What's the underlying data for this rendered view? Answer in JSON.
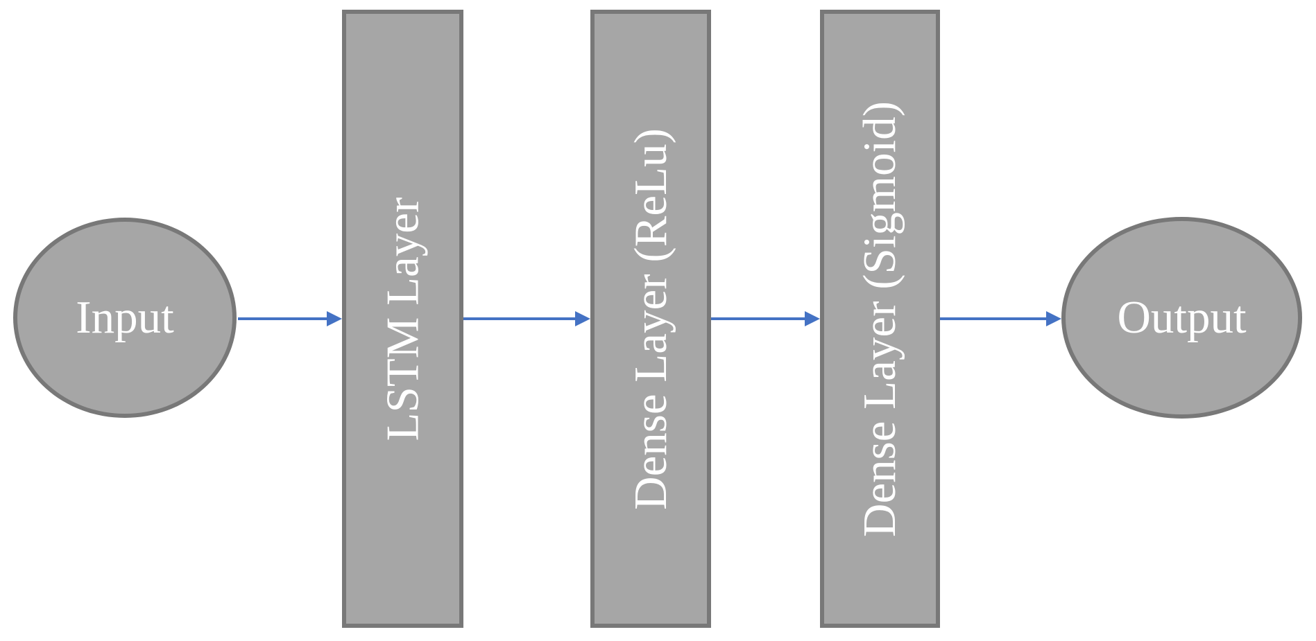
{
  "diagram": {
    "type": "flow-diagram",
    "description_of_flow": "left-to-right neural network architecture",
    "nodes": [
      {
        "id": "input",
        "shape": "ellipse",
        "label": "Input"
      },
      {
        "id": "lstm",
        "shape": "vertical-bar",
        "label": "LSTM Layer"
      },
      {
        "id": "dense_relu",
        "shape": "vertical-bar",
        "label": "Dense Layer (ReLu)"
      },
      {
        "id": "dense_sigmoid",
        "shape": "vertical-bar",
        "label": "Dense Layer (Sigmoid)"
      },
      {
        "id": "output",
        "shape": "ellipse",
        "label": "Output"
      }
    ],
    "edges": [
      {
        "from": "input",
        "to": "lstm"
      },
      {
        "from": "lstm",
        "to": "dense_relu"
      },
      {
        "from": "dense_relu",
        "to": "dense_sigmoid"
      },
      {
        "from": "dense_sigmoid",
        "to": "output"
      }
    ],
    "colors": {
      "node_fill": "#a6a6a6",
      "node_border": "#787878",
      "label_text": "#ffffff",
      "arrow": "#4472c4",
      "background": "#ffffff"
    }
  }
}
